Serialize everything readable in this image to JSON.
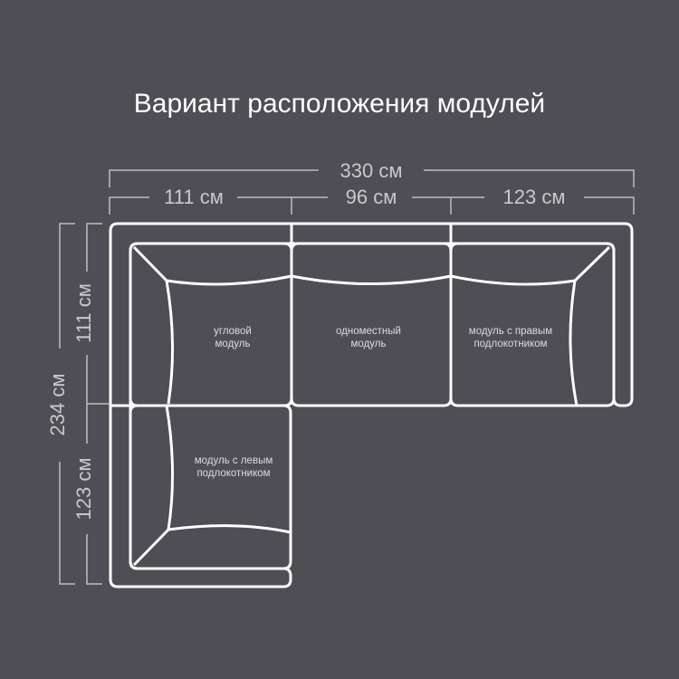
{
  "title": "Вариант расположения модулей",
  "dimensions": {
    "total_width": "330 см",
    "widths": [
      "111 см",
      "96 см",
      "123 см"
    ],
    "total_depth": "234 см",
    "depths": [
      "111 см",
      "123 см"
    ]
  },
  "modules": [
    {
      "line1": "угловой",
      "line2": "модуль"
    },
    {
      "line1": "одноместный",
      "line2": "модуль"
    },
    {
      "line1": "модуль с правым",
      "line2": "подлокотником"
    },
    {
      "line1": "модуль с левым",
      "line2": "подлокотником"
    }
  ],
  "colors": {
    "background": "#4f4e54",
    "lines": "#ffffff",
    "dimension_text": "#c9c8cc"
  }
}
